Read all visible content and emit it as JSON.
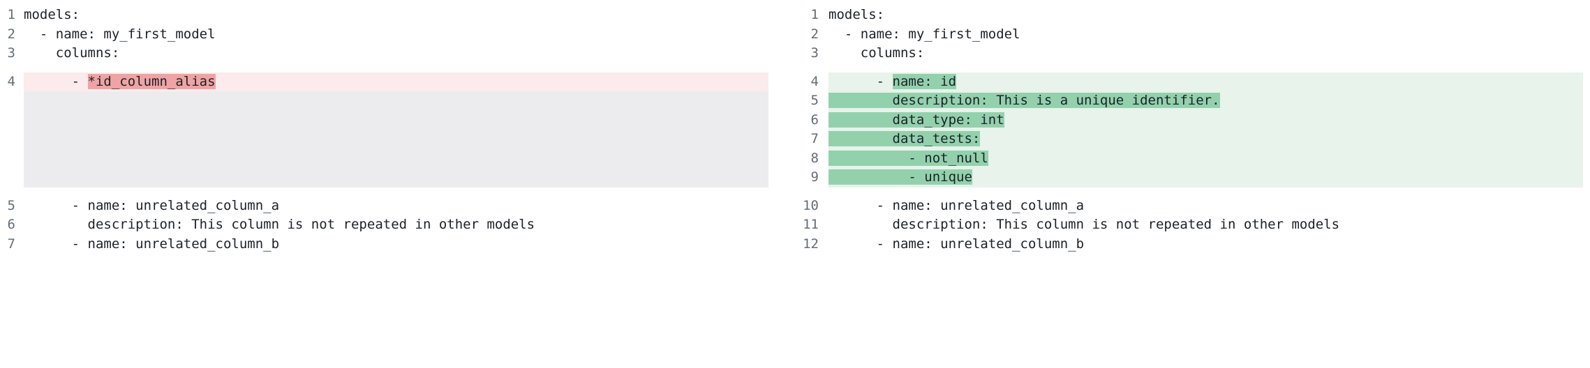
{
  "colors": {
    "removed-line-bg": "#fcebec",
    "removed-word-bg": "#f0a3a4",
    "added-line-bg": "#e7f3eb",
    "added-word-bg": "#93d1ad",
    "placeholder-bg": "#ececee",
    "gutter-fg": "#636c76",
    "code-fg": "#1c2128",
    "page-bg": "#ffffff"
  },
  "left_pane": {
    "rows": [
      {
        "type": "context",
        "num": "1",
        "text": "models:"
      },
      {
        "type": "context",
        "num": "2",
        "text": "  - name: my_first_model"
      },
      {
        "type": "context",
        "num": "3",
        "text": "    columns:"
      },
      {
        "type": "removed",
        "num": "4",
        "segments": [
          {
            "text": "      - ",
            "hl": false
          },
          {
            "text": "*id_column_alias",
            "hl": true
          }
        ]
      },
      {
        "type": "placeholder",
        "lines": 5
      },
      {
        "type": "context",
        "num": "5",
        "text": "      - name: unrelated_column_a"
      },
      {
        "type": "context",
        "num": "6",
        "text": "        description: This column is not repeated in other models"
      },
      {
        "type": "context",
        "num": "7",
        "text": "      - name: unrelated_column_b"
      }
    ]
  },
  "right_pane": {
    "rows": [
      {
        "type": "context",
        "num": "1",
        "text": "models:"
      },
      {
        "type": "context",
        "num": "2",
        "text": "  - name: my_first_model"
      },
      {
        "type": "context",
        "num": "3",
        "text": "    columns:"
      },
      {
        "type": "added",
        "num": "4",
        "segments": [
          {
            "text": "      - ",
            "hl": false
          },
          {
            "text": "name: id",
            "hl": true
          }
        ]
      },
      {
        "type": "added",
        "num": "5",
        "segments": [
          {
            "text": "        description: This is a unique identifier.",
            "hl": true
          }
        ]
      },
      {
        "type": "added",
        "num": "6",
        "segments": [
          {
            "text": "        data_type: int",
            "hl": true
          }
        ]
      },
      {
        "type": "added",
        "num": "7",
        "segments": [
          {
            "text": "        data_tests:",
            "hl": true
          }
        ]
      },
      {
        "type": "added",
        "num": "8",
        "segments": [
          {
            "text": "          - not_null",
            "hl": true
          }
        ]
      },
      {
        "type": "added",
        "num": "9",
        "segments": [
          {
            "text": "          - unique",
            "hl": true
          }
        ]
      },
      {
        "type": "context",
        "num": "10",
        "text": "      - name: unrelated_column_a"
      },
      {
        "type": "context",
        "num": "11",
        "text": "        description: This column is not repeated in other models"
      },
      {
        "type": "context",
        "num": "12",
        "text": "      - name: unrelated_column_b"
      }
    ]
  }
}
